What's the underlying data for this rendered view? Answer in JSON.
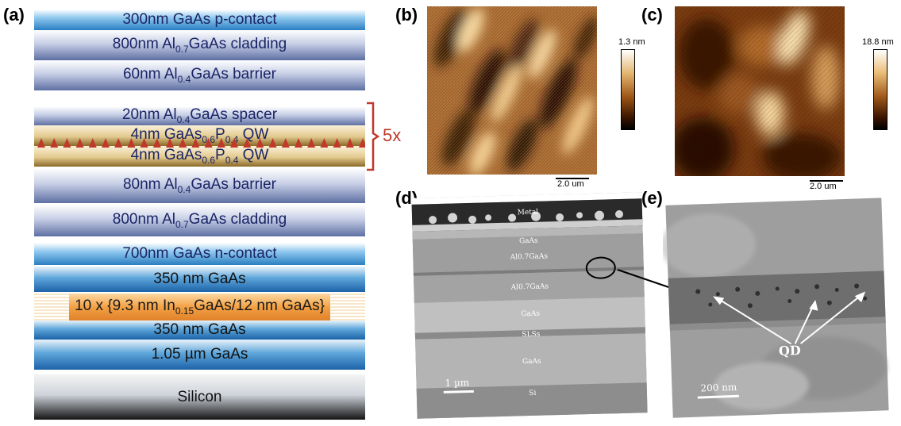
{
  "panels": {
    "a": "(a)",
    "b": "(b)",
    "c": "(c)",
    "d": "(d)",
    "e": "(e)"
  },
  "stack_layers": [
    {
      "pre": "300nm GaAs p-contact",
      "sub": "",
      "mid": "",
      "sub2": "",
      "post": "",
      "style": "g-gaas-blue"
    },
    {
      "pre": "800nm Al",
      "sub": "0.7",
      "mid": "GaAs cladding",
      "sub2": "",
      "post": "",
      "style": "g-algaas"
    },
    {
      "pre": "60nm Al",
      "sub": "0.4",
      "mid": "GaAs barrier",
      "sub2": "",
      "post": "",
      "style": "g-algaas"
    },
    {
      "pre": "20nm Al",
      "sub": "0.4",
      "mid": "GaAs spacer",
      "sub2": "",
      "post": "",
      "style": "g-algaas"
    },
    {
      "pre": "4nm GaAs",
      "sub": "0.6",
      "mid": "P",
      "sub2": "0.4",
      "post": " QW",
      "style": "g-qw"
    },
    {
      "pre": "4nm GaAs",
      "sub": "0.6",
      "mid": "P",
      "sub2": "0.4",
      "post": " QW",
      "style": "g-qw"
    },
    {
      "pre": "80nm Al",
      "sub": "0.4",
      "mid": "GaAs barrier",
      "sub2": "",
      "post": "",
      "style": "g-algaas"
    },
    {
      "pre": "800nm Al",
      "sub": "0.7",
      "mid": "GaAs cladding",
      "sub2": "",
      "post": "",
      "style": "g-algaas"
    },
    {
      "pre": "700nm GaAs n-contact",
      "sub": "",
      "mid": "",
      "sub2": "",
      "post": "",
      "style": "g-gaas-blue"
    },
    {
      "pre": "350 nm GaAs",
      "sub": "",
      "mid": "",
      "sub2": "",
      "post": "",
      "style": "g-gaas-deep"
    },
    {
      "pre": "10 x {9.3 nm In",
      "sub": "0.15",
      "mid": "GaAs/12 nm GaAs}",
      "sub2": "",
      "post": "",
      "style": "g-sls"
    },
    {
      "pre": "350 nm GaAs",
      "sub": "",
      "mid": "",
      "sub2": "",
      "post": "",
      "style": "g-gaas-deep"
    },
    {
      "pre": "1.05 µm GaAs",
      "sub": "",
      "mid": "",
      "sub2": "",
      "post": "",
      "style": "g-gaas-deep"
    },
    {
      "pre": "Silicon",
      "sub": "",
      "mid": "",
      "sub2": "",
      "post": "",
      "style": "g-si"
    }
  ],
  "repeat_label": "5x",
  "afm_b": {
    "colorbar_max": "1.3 nm",
    "scalebar": "2.0 um"
  },
  "afm_c": {
    "colorbar_max": "18.8 nm",
    "scalebar": "2.0 um"
  },
  "sem_d": {
    "layer_labels": [
      "Metal",
      "GaAs",
      "Al0.7GaAs",
      "Al0.7GaAs",
      "GaAs",
      "SLSs",
      "GaAs",
      "Si"
    ],
    "scalebar": "1 µm"
  },
  "tem_e": {
    "qd_label": "QD",
    "scalebar": "200 nm"
  },
  "colors": {
    "accent_red": "#c0392b",
    "text_navy": "#1a2466"
  }
}
